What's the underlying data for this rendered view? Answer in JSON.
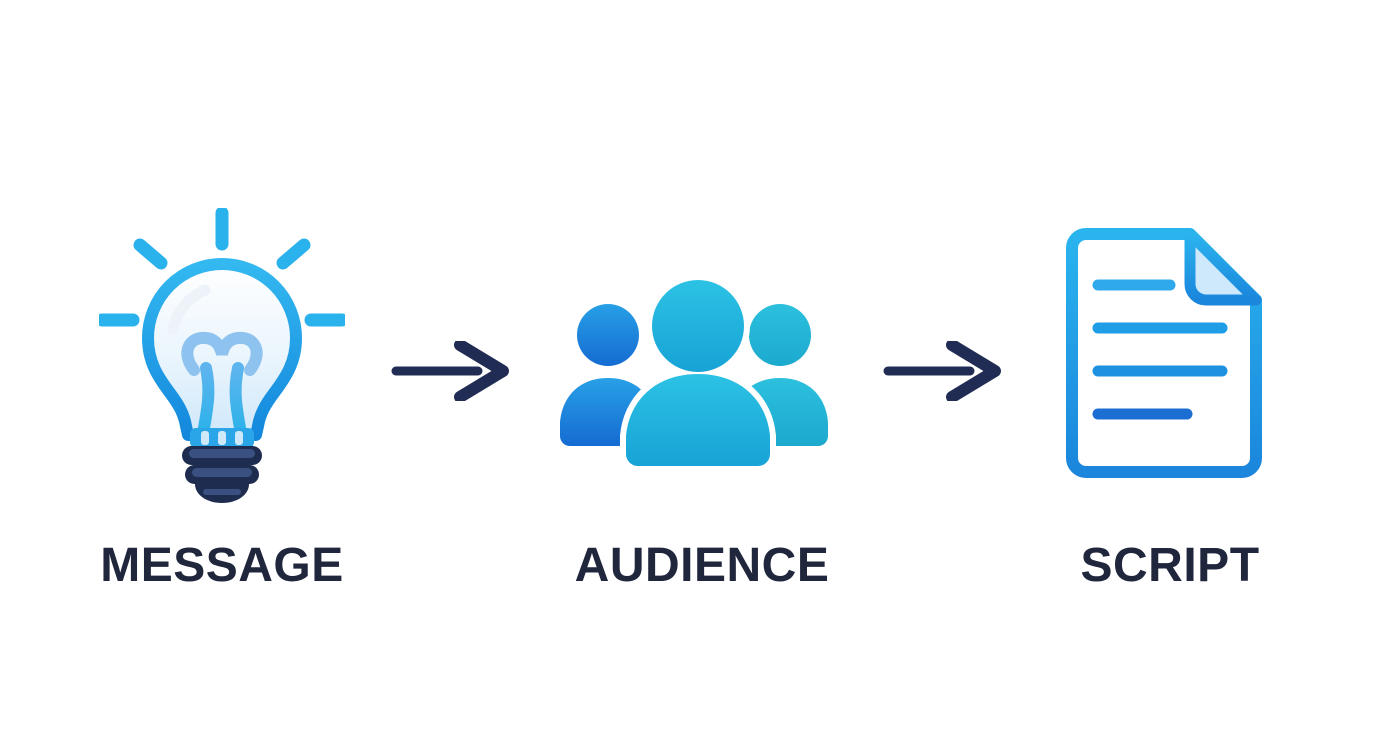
{
  "diagram": {
    "title": "message-audience-script process flow",
    "steps": [
      {
        "id": "message",
        "label": "MESSAGE",
        "icon": "lightbulb-idea-icon"
      },
      {
        "id": "audience",
        "label": "AUDIENCE",
        "icon": "people-group-icon"
      },
      {
        "id": "script",
        "label": "SCRIPT",
        "icon": "document-script-icon"
      }
    ],
    "connectors": [
      {
        "icon": "arrow-right-icon"
      },
      {
        "icon": "arrow-right-icon"
      }
    ],
    "colors": {
      "background": "#ffffff",
      "accent_cyan": "#29b2ec",
      "accent_blue": "#1b86dc",
      "deep_blue": "#1d6ed2",
      "arrow_navy": "#202c54",
      "label_navy": "#20263c",
      "bulb_base_navy": "#1e2c50",
      "bulb_base_inner": "#3a5080",
      "glass_light_blue": "#d4ebfb",
      "filament_light_blue": "#8fc3ef",
      "fold_light_blue": "#cfe9fc",
      "people_center_cyan": "#2bbfe4",
      "people_left_blue": "#1e8fdc",
      "people_right_teal": "#27b6d8"
    }
  }
}
